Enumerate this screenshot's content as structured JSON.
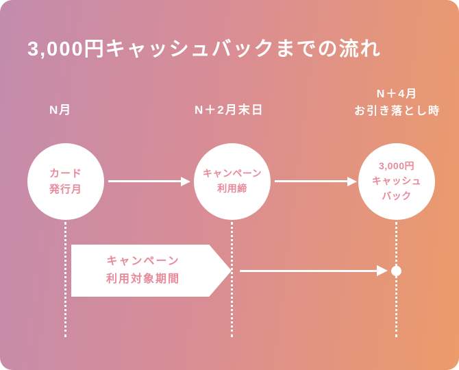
{
  "title": "3,000円キャッシュバックまでの流れ",
  "colors": {
    "gradient_left": "#c38cad",
    "gradient_mid": "#d98d95",
    "gradient_right": "#ec9b6a",
    "text_pink": "#e8899b",
    "white": "#ffffff"
  },
  "timeline": {
    "steps": [
      {
        "time_label": [
          "N月"
        ],
        "circle": [
          "カード",
          "発行月"
        ]
      },
      {
        "time_label": [
          "N＋2月末日"
        ],
        "circle": [
          "キャンペーン",
          "利用締"
        ]
      },
      {
        "time_label": [
          "N＋4月",
          "お引き落とし時"
        ],
        "circle": [
          "3,000円",
          "キャッシュ",
          "バック"
        ]
      }
    ],
    "period_banner": [
      "キャンペーン",
      "利用対象期間"
    ]
  }
}
